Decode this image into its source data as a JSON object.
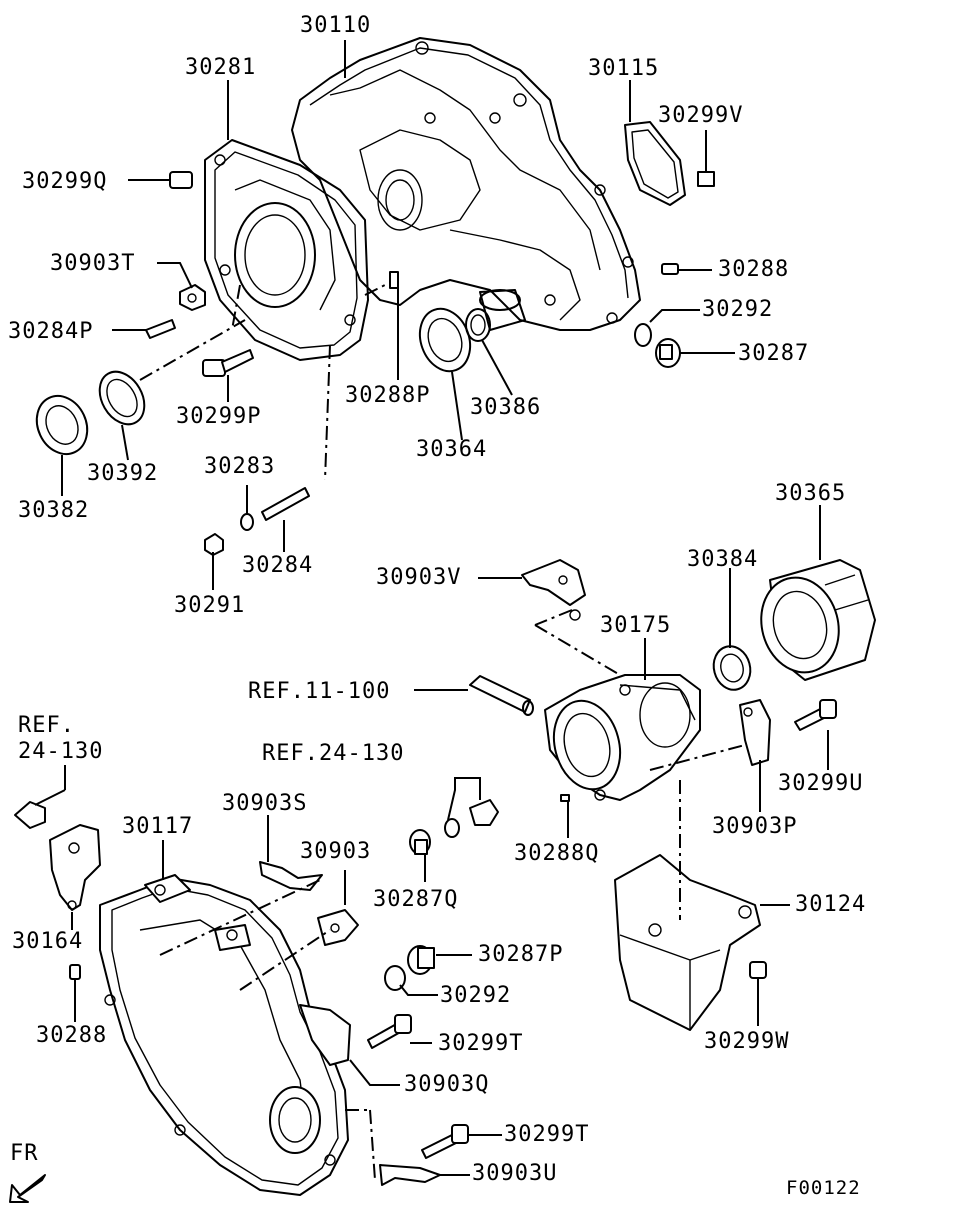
{
  "parts": {
    "p30110": "30110",
    "p30281": "30281",
    "p30115": "30115",
    "p30299V": "30299V",
    "p30299Q": "30299Q",
    "p30903T": "30903T",
    "p30288_top": "30288",
    "p30284P": "30284P",
    "p30292_top": "30292",
    "p30287": "30287",
    "p30288P": "30288P",
    "p30386": "30386",
    "p30299P": "30299P",
    "p30392": "30392",
    "p30364": "30364",
    "p30382": "30382",
    "p30283": "30283",
    "p30365": "30365",
    "p30284": "30284",
    "p30384": "30384",
    "p30903V": "30903V",
    "p30291": "30291",
    "p30175": "30175",
    "ref_11_100": "REF.11-100",
    "ref_24_130_a": "REF.",
    "ref_24_130_b": "24-130",
    "ref_24_130_mid": "REF.24-130",
    "p30299U": "30299U",
    "p30903S": "30903S",
    "p30117": "30117",
    "p30903P": "30903P",
    "p30903": "30903",
    "p30288Q": "30288Q",
    "p30287Q": "30287Q",
    "p30124": "30124",
    "p30164": "30164",
    "p30287P": "30287P",
    "p30288_bot": "30288",
    "p30292_bot": "30292",
    "p30299W": "30299W",
    "p30299T_a": "30299T",
    "p30903Q": "30903Q",
    "p30299T_b": "30299T",
    "p30903U": "30903U",
    "fr": "FR",
    "figure_code": "F00122"
  }
}
